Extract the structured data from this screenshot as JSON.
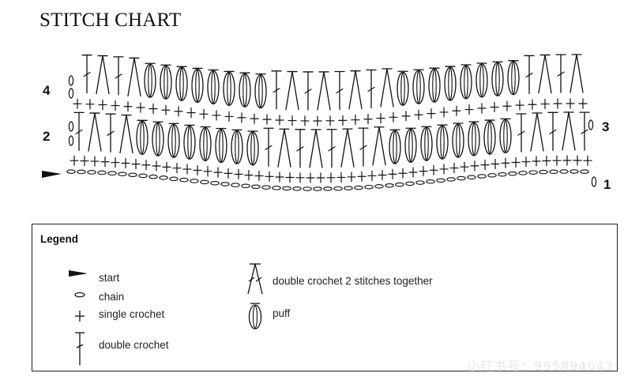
{
  "title": "STITCH CHART",
  "row_numbers": {
    "row1": "1",
    "row2": "2",
    "row3": "3",
    "row4": "4"
  },
  "legend": {
    "title": "Legend",
    "items": {
      "start": "start",
      "chain": "chain",
      "single_crochet": "single crochet",
      "double_crochet": "double crochet",
      "dc2tog": "double crochet 2 stitches together",
      "puff": "puff"
    }
  },
  "watermark": "小红书号：995894043",
  "colors": {
    "ink": "#111111"
  }
}
